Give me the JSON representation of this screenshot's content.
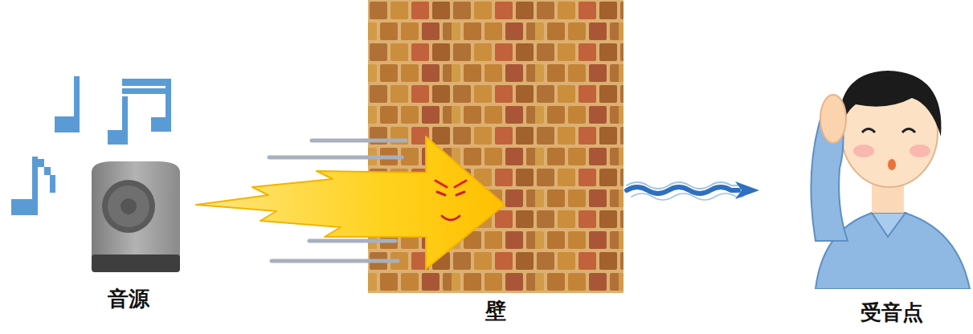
{
  "diagram": {
    "nodes": [
      {
        "text": [
          "音源"
        ]
      },
      {
        "text": [
          "壁"
        ]
      },
      {
        "text": [
          "受音点"
        ]
      }
    ],
    "edges": [
      {
        "from": 0,
        "to": 1,
        "arrow": "to"
      },
      {
        "from": 1,
        "to": 2,
        "arrow": "to"
      }
    ]
  }
}
